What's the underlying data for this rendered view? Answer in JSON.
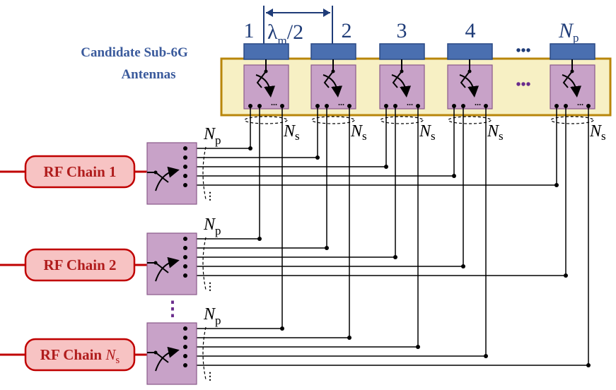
{
  "title_line1": "Candidate Sub-6G",
  "title_line2": "Antennas",
  "spacing": {
    "lambda": "λ",
    "sub": "m",
    "suffix": "/2"
  },
  "antennas": [
    {
      "num": "1"
    },
    {
      "num": "2"
    },
    {
      "num": "3"
    },
    {
      "num": "4"
    }
  ],
  "antenna_dots": "•••",
  "antenna_last": {
    "main": "N",
    "sub": "p"
  },
  "ns_label": {
    "main": "N",
    "sub": "s"
  },
  "np_label": {
    "main": "N",
    "sub": "p"
  },
  "rf_chains": [
    {
      "label": "RF Chain 1"
    },
    {
      "label": "RF Chain 2"
    },
    {
      "label": "RF Chain ",
      "italic": "N",
      "sub": "s"
    }
  ],
  "vertical_dots": "⋮",
  "colors": {
    "antenna_blue": "#4a6fb0",
    "switch_purple": "#c8a2c8",
    "panel_fill": "#f7f0c4",
    "panel_border": "#b8860b",
    "rf_fill": "#f7c3c3",
    "rf_border": "#c00000",
    "rf_text": "#b01c1c",
    "title_blue": "#3a5a9c"
  }
}
